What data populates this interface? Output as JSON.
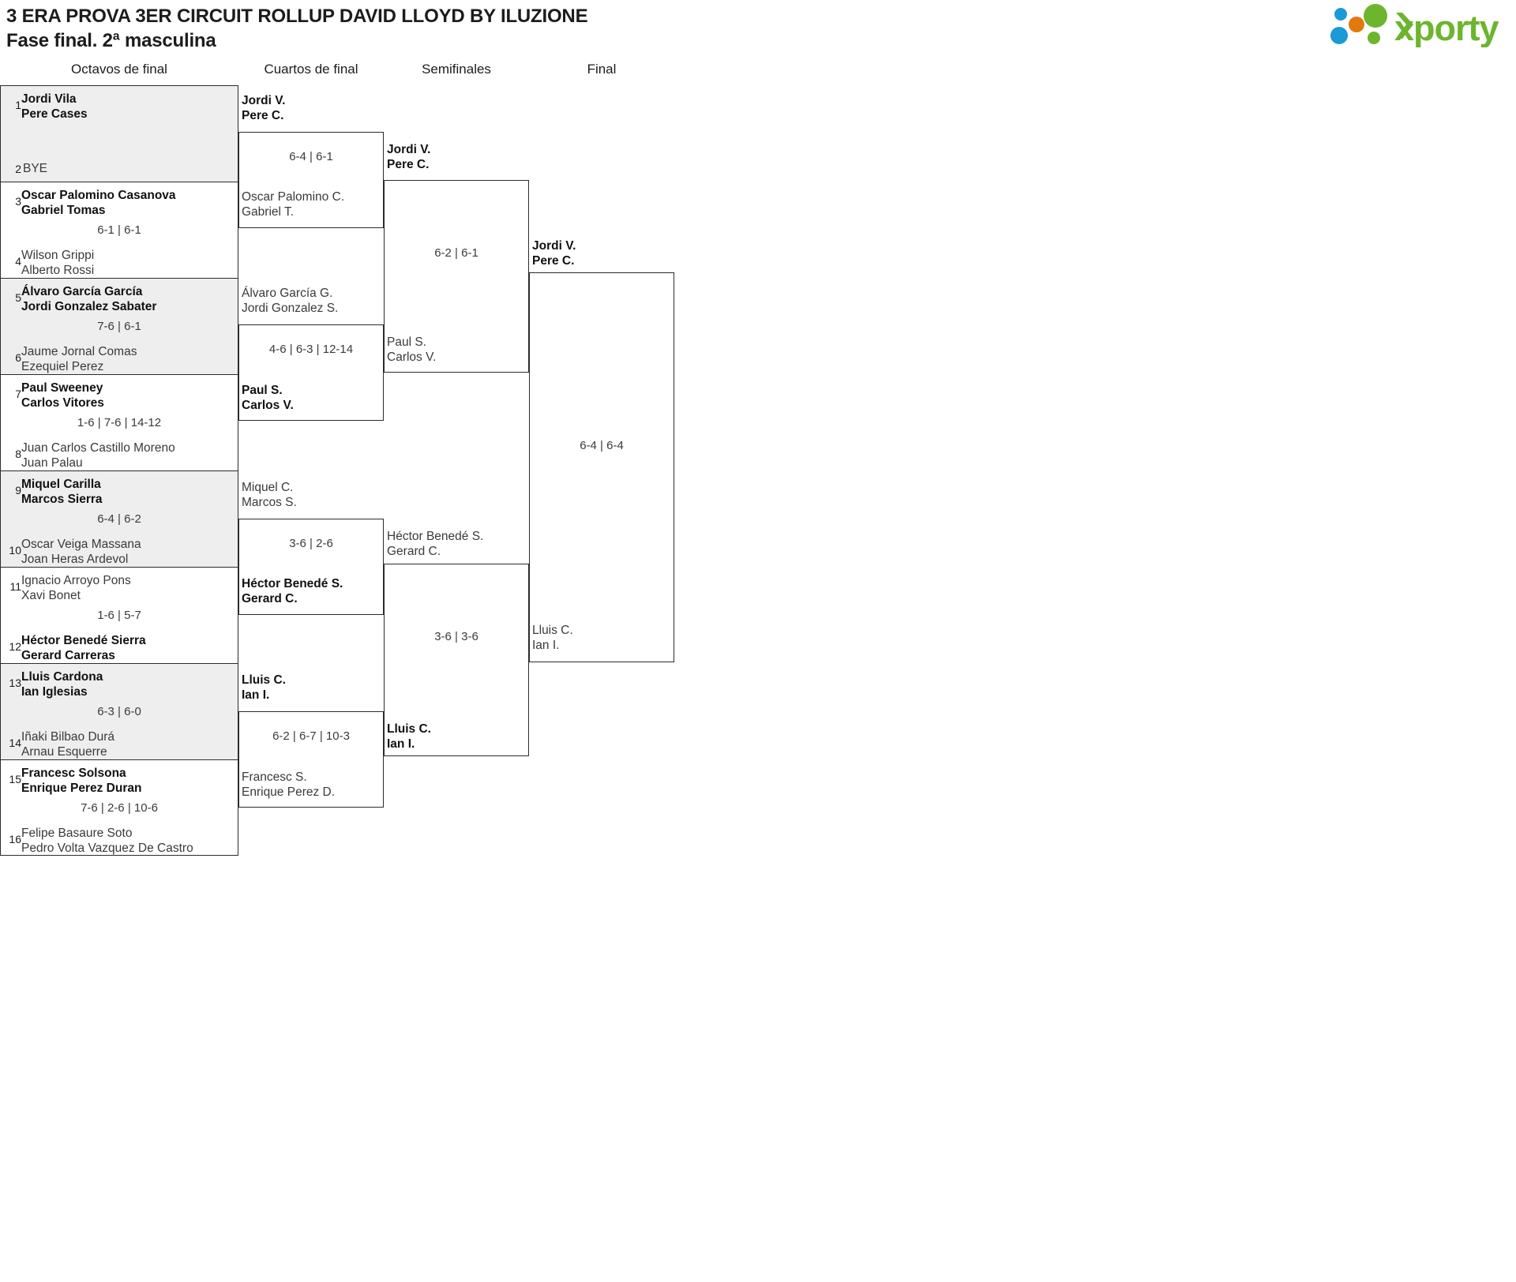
{
  "header": {
    "title_line1": "3 ERA PROVA 3ER CIRCUIT ROLLUP DAVID LLOYD BY ILUZIONE",
    "title_line2": "Fase final. 2ª masculina",
    "logo_text": "xporty",
    "logo_colors": {
      "green": "#6cb52d",
      "orange": "#e2790f",
      "blue": "#1b9ad6"
    }
  },
  "rounds": [
    {
      "label": "Octavos de final"
    },
    {
      "label": "Cuartos de final"
    },
    {
      "label": "Semifinales"
    },
    {
      "label": "Final"
    }
  ],
  "round1": [
    {
      "seed_top": "1",
      "seed_bottom": "2",
      "top": {
        "p1": "Jordi Vila",
        "p2": "Pere Cases",
        "winner": true
      },
      "bottom": {
        "p1": "BYE",
        "p2": "",
        "winner": false,
        "is_bye": true
      },
      "score": ""
    },
    {
      "seed_top": "3",
      "seed_bottom": "4",
      "top": {
        "p1": "Oscar Palomino Casanova",
        "p2": "Gabriel Tomas",
        "winner": true
      },
      "bottom": {
        "p1": "Wilson Grippi",
        "p2": "Alberto Rossi",
        "winner": false
      },
      "score": "6-1 | 6-1"
    },
    {
      "seed_top": "5",
      "seed_bottom": "6",
      "top": {
        "p1": "Álvaro García García",
        "p2": "Jordi Gonzalez Sabater",
        "winner": true
      },
      "bottom": {
        "p1": "Jaume Jornal Comas",
        "p2": "Ezequiel Perez",
        "winner": false
      },
      "score": "7-6 | 6-1"
    },
    {
      "seed_top": "7",
      "seed_bottom": "8",
      "top": {
        "p1": "Paul Sweeney",
        "p2": "Carlos Vitores",
        "winner": true
      },
      "bottom": {
        "p1": "Juan Carlos Castillo Moreno",
        "p2": "Juan Palau",
        "winner": false
      },
      "score": "1-6 | 7-6 | 14-12"
    },
    {
      "seed_top": "9",
      "seed_bottom": "10",
      "top": {
        "p1": "Miquel Carilla",
        "p2": "Marcos Sierra",
        "winner": true
      },
      "bottom": {
        "p1": "Oscar Veiga Massana",
        "p2": "Joan Heras Ardevol",
        "winner": false
      },
      "score": "6-4 | 6-2"
    },
    {
      "seed_top": "11",
      "seed_bottom": "12",
      "top": {
        "p1": "Ignacio Arroyo Pons",
        "p2": "Xavi Bonet",
        "winner": false
      },
      "bottom": {
        "p1": "Héctor Benedé Sierra",
        "p2": "Gerard Carreras",
        "winner": true
      },
      "score": "1-6 | 5-7"
    },
    {
      "seed_top": "13",
      "seed_bottom": "14",
      "top": {
        "p1": "Lluis Cardona",
        "p2": "Ian Iglesias",
        "winner": true
      },
      "bottom": {
        "p1": "Iñaki Bilbao Durá",
        "p2": "Arnau Esquerre",
        "winner": false
      },
      "score": "6-3 | 6-0"
    },
    {
      "seed_top": "15",
      "seed_bottom": "16",
      "top": {
        "p1": "Francesc Solsona",
        "p2": "Enrique Perez Duran",
        "winner": true
      },
      "bottom": {
        "p1": "Felipe Basaure Soto",
        "p2": "Pedro Volta Vazquez De Castro",
        "winner": false
      },
      "score": "7-6 | 2-6 | 10-6"
    }
  ],
  "round2": [
    {
      "top": {
        "p1": "Jordi V.",
        "p2": "Pere C.",
        "winner": true
      },
      "bottom": {
        "p1": "Oscar Palomino C.",
        "p2": "Gabriel T.",
        "winner": false
      },
      "score": "6-4 | 6-1"
    },
    {
      "top": {
        "p1": "Álvaro García G.",
        "p2": "Jordi Gonzalez S.",
        "winner": false
      },
      "bottom": {
        "p1": "Paul S.",
        "p2": "Carlos V.",
        "winner": true
      },
      "score": "4-6 | 6-3 | 12-14"
    },
    {
      "top": {
        "p1": "Miquel C.",
        "p2": "Marcos S.",
        "winner": false
      },
      "bottom": {
        "p1": "Héctor Benedé S.",
        "p2": "Gerard C.",
        "winner": true
      },
      "score": "3-6 | 2-6"
    },
    {
      "top": {
        "p1": "Lluis C.",
        "p2": "Ian I.",
        "winner": true
      },
      "bottom": {
        "p1": "Francesc S.",
        "p2": "Enrique Perez D.",
        "winner": false
      },
      "score": "6-2 | 6-7 | 10-3"
    }
  ],
  "round3": [
    {
      "top": {
        "p1": "Jordi V.",
        "p2": "Pere C.",
        "winner": true
      },
      "bottom": {
        "p1": "Paul S.",
        "p2": "Carlos V.",
        "winner": false
      },
      "score": "6-2 | 6-1"
    },
    {
      "top": {
        "p1": "Héctor Benedé S.",
        "p2": "Gerard C.",
        "winner": false
      },
      "bottom": {
        "p1": "Lluis C.",
        "p2": "Ian I.",
        "winner": true
      },
      "score": "3-6 | 3-6"
    }
  ],
  "round4": [
    {
      "top": {
        "p1": "Jordi V.",
        "p2": "Pere C.",
        "winner": true
      },
      "bottom": {
        "p1": "Lluis C.",
        "p2": "Ian I.",
        "winner": false
      },
      "score": "6-4 | 6-4"
    }
  ]
}
